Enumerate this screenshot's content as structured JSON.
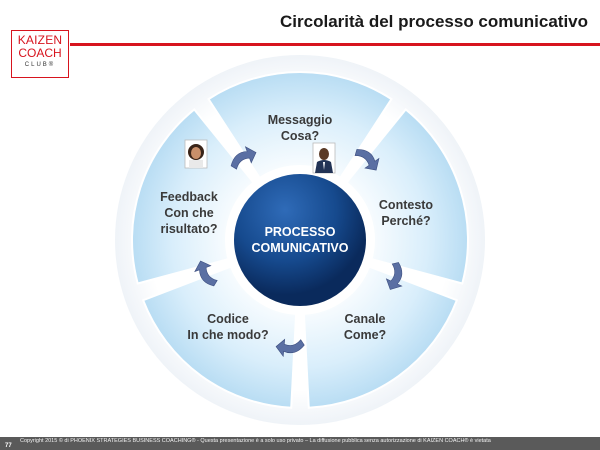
{
  "title": "Circolarità del processo comunicativo",
  "logo": {
    "line1": "KAIZEN",
    "line2": "COACH",
    "line3": "CLUB®"
  },
  "center": {
    "line1": "PROCESSO",
    "line2": "COMUNICATIVO"
  },
  "segments": [
    {
      "line1": "Messaggio",
      "line2": "Cosa?"
    },
    {
      "line1": "Contesto",
      "line2": "Perché?"
    },
    {
      "line1": "Canale",
      "line2": "Come?"
    },
    {
      "line1": "Codice",
      "line2": "In che modo?"
    },
    {
      "line1": "Feedback",
      "line2": "Con che",
      "line3": "risultato?"
    }
  ],
  "footer": {
    "text": "Copyright 2015 © di PHOENIX STRATEGIES BUSINESS COACHING® - Questa presentazione è a solo uso privato – La diffusione pubblica senza autorizzazione di KAIZEN COACH® è vietata",
    "page": "77"
  },
  "colors": {
    "accent": "#d7141e",
    "segment": "#cde6f6",
    "center": "#0e3b78",
    "arrow": "#5a6fa3"
  },
  "icons": [
    "person-woman-photo-icon",
    "person-man-photo-icon"
  ]
}
